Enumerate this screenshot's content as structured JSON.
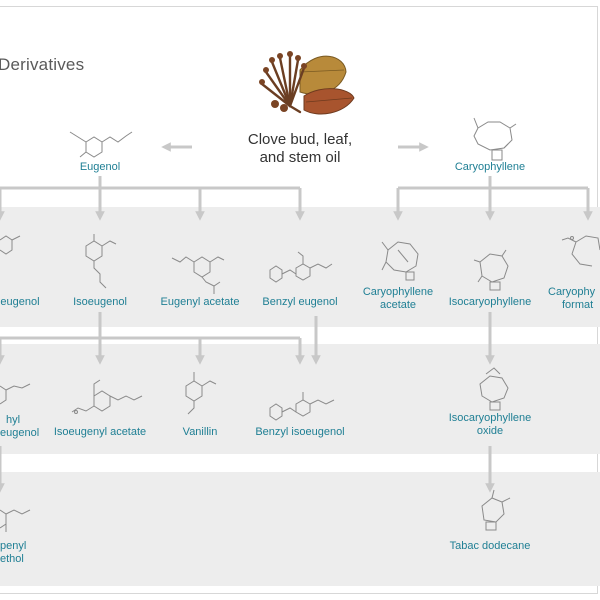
{
  "title": "Derivatives",
  "source": {
    "line1": "Clove bud, leaf,",
    "line2": "and stem oil"
  },
  "compounds": {
    "eugenol": "Eugenol",
    "caryophyllene": "Caryophyllene",
    "eugenol_partial": "eugenol",
    "isoeugenol": "Isoeugenol",
    "eugenyl_acetate": "Eugenyl acetate",
    "benzyl_eugenol": "Benzyl eugenol",
    "caryophyllene_acetate_1": "Caryophyllene",
    "caryophyllene_acetate_2": "acetate",
    "isocaryophyllene": "Isocaryophyllene",
    "caryophyllene_formate_1": "Caryophy",
    "caryophyllene_formate_2": "format",
    "methyl_isoeugenol_1": "hyl",
    "methyl_isoeugenol_2": "eugenol",
    "isoeugenyl_acetate": "Isoeugenyl acetate",
    "vanillin": "Vanillin",
    "benzyl_isoeugenol": "Benzyl isoeugenol",
    "isocaryophyllene_oxide_1": "Isocaryophyllene",
    "isocaryophyllene_oxide_2": "oxide",
    "propenyl_guaethol_1": "penyl",
    "propenyl_guaethol_2": "ethol",
    "tabac_dodecane": "Tabac dodecane"
  },
  "colors": {
    "label": "#1f7f94",
    "arrow": "#c8c8c8",
    "band": "#ededed",
    "structure": "#8a8a8a"
  }
}
